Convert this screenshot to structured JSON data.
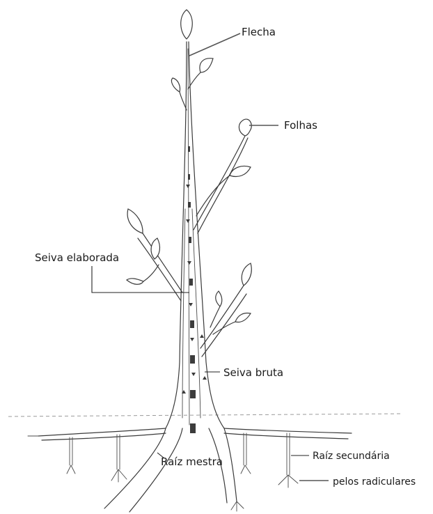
{
  "labels": {
    "flecha": "Flecha",
    "folhas": "Folhas",
    "seiva_elaborada": "Seiva elaborada",
    "seiva_bruta": "Seiva bruta",
    "raiz_mestra": "Raíz mestra",
    "raiz_secundaria": "Raíz secundária",
    "pelos_radiculares": "pelos radiculares"
  },
  "colors": {
    "ink": "#3a3a3a",
    "sap_block": "#3c3c3c",
    "ground_line": "#9a9a9a"
  }
}
